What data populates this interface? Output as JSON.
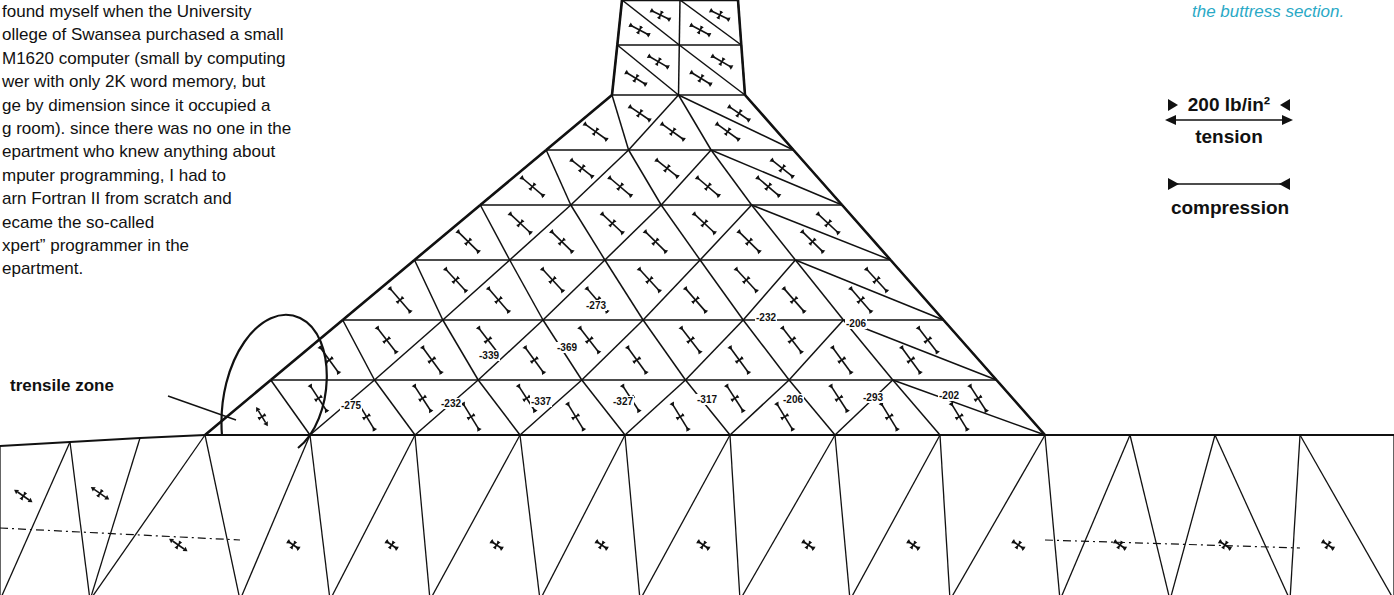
{
  "diagram": {
    "caption": "the buttress section.",
    "labels": [
      "found myself when the University",
      "ollege of Swansea purchased a small",
      "M1620 computer (small by computing",
      "wer with only 2K word memory, but",
      "ge by dimension since it occupied a",
      "g room). since there was no one in the",
      "epartment who knew anything about",
      "mputer programming, I had to",
      "arn Fortran II from scratch and",
      "ecame the so-called",
      "xpert” programmer in the",
      "epartment.",
      "200 lb/in²",
      "trensile zone",
      "-275",
      "-232",
      "-337",
      "-327",
      "-317",
      "-206",
      "-293",
      "-202",
      "-273",
      "-232",
      "-206",
      "-339",
      "-369"
    ],
    "legend": [
      {
        "text": "tension"
      },
      {
        "text": "compression"
      }
    ]
  }
}
